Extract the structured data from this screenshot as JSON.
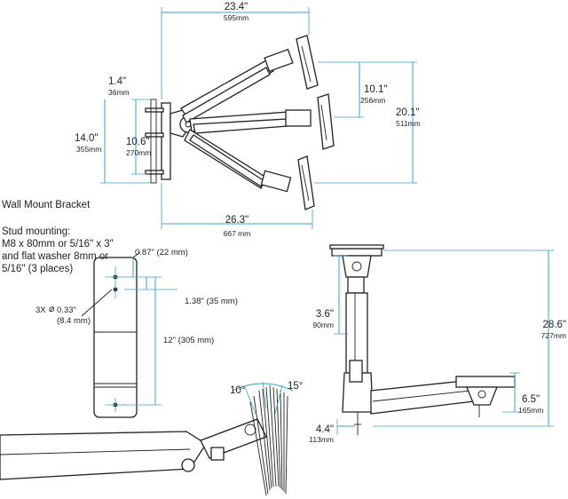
{
  "top_view": {
    "width_in": "23.4\"",
    "width_mm": "595mm",
    "offset_in": "1.4\"",
    "offset_mm": "36mm",
    "bracket_height_in": "14.0\"",
    "bracket_height_mm": "355mm",
    "hole_span_in": "10.6\"",
    "hole_span_mm": "270mm",
    "tilt_in": "10.1\"",
    "tilt_mm": "256mm",
    "vertical_in": "20.1\"",
    "vertical_mm": "511mm",
    "reach_in": "26.3\"",
    "reach_mm": "667 mm"
  },
  "wall_bracket": {
    "title": "Wall Mount Bracket",
    "stud_lines": [
      "Stud mounting:",
      "M8 x 80mm or 5/16\" x 3\"",
      "and flat washer 8mm or",
      "5/16\" (3 places)"
    ],
    "top_offset": "0.87\" (22 mm)",
    "hole_spacing": "1.38\" (35 mm)",
    "hole_label": "3X",
    "hole_diameter": "0.33\"",
    "hole_mm": "(8.4 mm)",
    "height": "12\" (305 mm)"
  },
  "tilt_detail": {
    "angle_up": "10°",
    "angle_down": "15°"
  },
  "side_view": {
    "upper_in": "3.6\"",
    "upper_mm": "90mm",
    "total_in": "28.6\"",
    "total_mm": "727mm",
    "plate_in": "6.5\"",
    "plate_mm": "165mm",
    "base_in": "4.4\"",
    "base_mm": "113mm"
  }
}
